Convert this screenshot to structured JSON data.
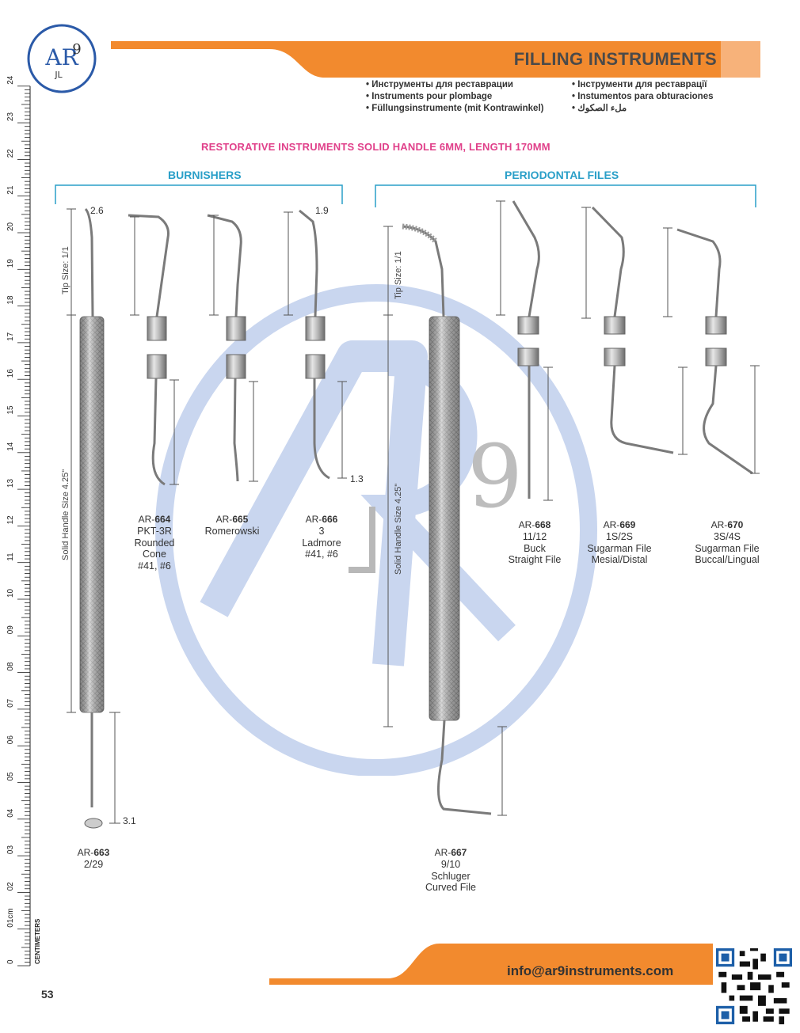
{
  "header": {
    "title": "FILLING INSTRUMENTS",
    "languages_left": [
      "Инструменты для реставрации",
      "Instruments pour plombage",
      "Füllungsinstrumente (mit Kontrawinkel)"
    ],
    "languages_right": [
      "Інструменти для реставрації",
      "Instumentos para obturaciones",
      "ملء الصكوك"
    ]
  },
  "subtitle": "RESTORATIVE INSTRUMENTS SOLID HANDLE 6MM, LENGTH 170MM",
  "sections": {
    "burnishers": "BURNISHERS",
    "periodontal_files": "PERIODONTAL FILES"
  },
  "measurements": {
    "m_2_6": "2.6",
    "m_3_1": "3.1",
    "m_1_9": "1.9",
    "m_1_3": "1.3",
    "tip_size": "Tip Size: 1/1",
    "handle_size": "Solid Handle Size 4.25\""
  },
  "instruments": [
    {
      "prefix": "AR-",
      "number": "663",
      "desc": [
        "2/29"
      ]
    },
    {
      "prefix": "AR-",
      "number": "664",
      "desc": [
        "PKT-3R",
        "Rounded",
        "Cone",
        "#41, #6"
      ]
    },
    {
      "prefix": "AR-",
      "number": "665",
      "desc": [
        "Romerowski"
      ]
    },
    {
      "prefix": "AR-",
      "number": "666",
      "desc": [
        "3",
        "Ladmore",
        "#41, #6"
      ]
    },
    {
      "prefix": "AR-",
      "number": "667",
      "desc": [
        "9/10",
        "Schluger",
        "Curved File"
      ]
    },
    {
      "prefix": "AR-",
      "number": "668",
      "desc": [
        "11/12",
        "Buck",
        "Straight File"
      ]
    },
    {
      "prefix": "AR-",
      "number": "669",
      "desc": [
        "1S/2S",
        "Sugarman File",
        "Mesial/Distal"
      ]
    },
    {
      "prefix": "AR-",
      "number": "670",
      "desc": [
        "3S/4S",
        "Sugarman File",
        "Buccal/Lingual"
      ]
    }
  ],
  "ruler": {
    "labels": [
      "0",
      "01cm",
      "02",
      "03",
      "04",
      "05",
      "06",
      "07",
      "08",
      "09",
      "10",
      "11",
      "12",
      "13",
      "14",
      "15",
      "16",
      "17",
      "18",
      "19",
      "20",
      "21",
      "22",
      "23",
      "24"
    ],
    "unit": "CENTIMETERS"
  },
  "logo": {
    "letters": "AR",
    "sub": "JL",
    "num": "9"
  },
  "footer": {
    "email": "info@ar9instruments.com",
    "page_number": "53"
  },
  "colors": {
    "orange": "#f28a2e",
    "accent_pink": "#e0408a",
    "section_blue": "#2a9fc8",
    "watermark_blue": "#c9d6ef",
    "logo_blue": "#2b5aa8"
  }
}
